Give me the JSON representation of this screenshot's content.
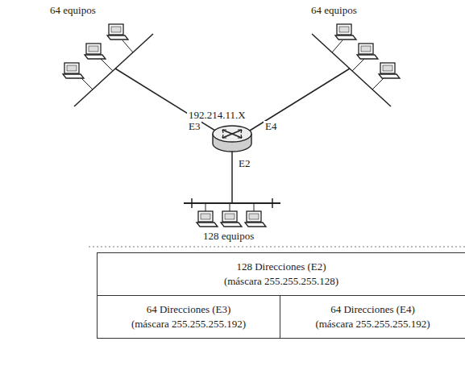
{
  "diagram": {
    "nodes": [
      {
        "text": [
          "128 Direcciones (E2)",
          "(máscara 255.255.255.128)"
        ]
      },
      {
        "text": [
          "64 Direcciones (E3)",
          "(máscara 255.255.255.192)"
        ]
      },
      {
        "text": [
          "64 Direcciones (E4)",
          "(máscara 255.255.255.192)"
        ]
      }
    ],
    "labels": [
      "64 equipos",
      "64 equipos",
      "192.214.11.X",
      "E3",
      "E4",
      "E2",
      "128 equipos"
    ]
  }
}
